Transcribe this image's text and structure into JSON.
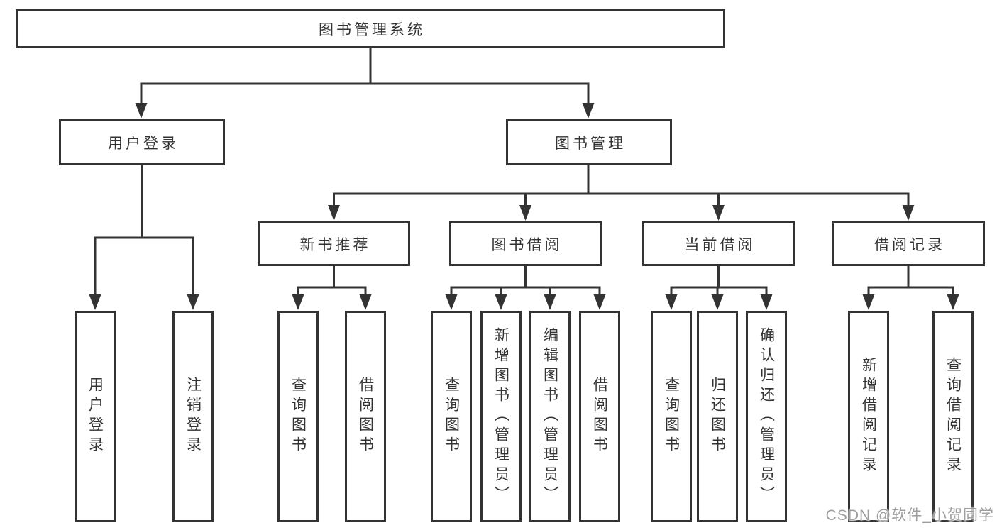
{
  "diagram": {
    "root": {
      "label": "图书管理系统",
      "children": [
        {
          "label": "用户登录",
          "children": [
            {
              "label": "用户登录"
            },
            {
              "label": "注销登录"
            }
          ]
        },
        {
          "label": "图书管理",
          "children": [
            {
              "label": "新书推荐",
              "children": [
                {
                  "label": "查询图书"
                },
                {
                  "label": "借阅图书"
                }
              ]
            },
            {
              "label": "图书借阅",
              "children": [
                {
                  "label": "查询图书"
                },
                {
                  "label": "新增图书（管理员）"
                },
                {
                  "label": "编辑图书（管理员）"
                },
                {
                  "label": "借阅图书"
                }
              ]
            },
            {
              "label": "当前借阅",
              "children": [
                {
                  "label": "查询图书"
                },
                {
                  "label": "归还图书"
                },
                {
                  "label": "确认归还（管理员）"
                }
              ]
            },
            {
              "label": "借阅记录",
              "children": [
                {
                  "label": "新增借阅记录"
                },
                {
                  "label": "查询借阅记录"
                }
              ]
            }
          ]
        }
      ]
    }
  },
  "watermark": {
    "text": "CSDN @软件_小贺同学"
  },
  "colors": {
    "line": "#333333",
    "box_border": "#333333",
    "text": "#333333",
    "background": "#ffffff",
    "watermark": "#9e9e9e"
  }
}
